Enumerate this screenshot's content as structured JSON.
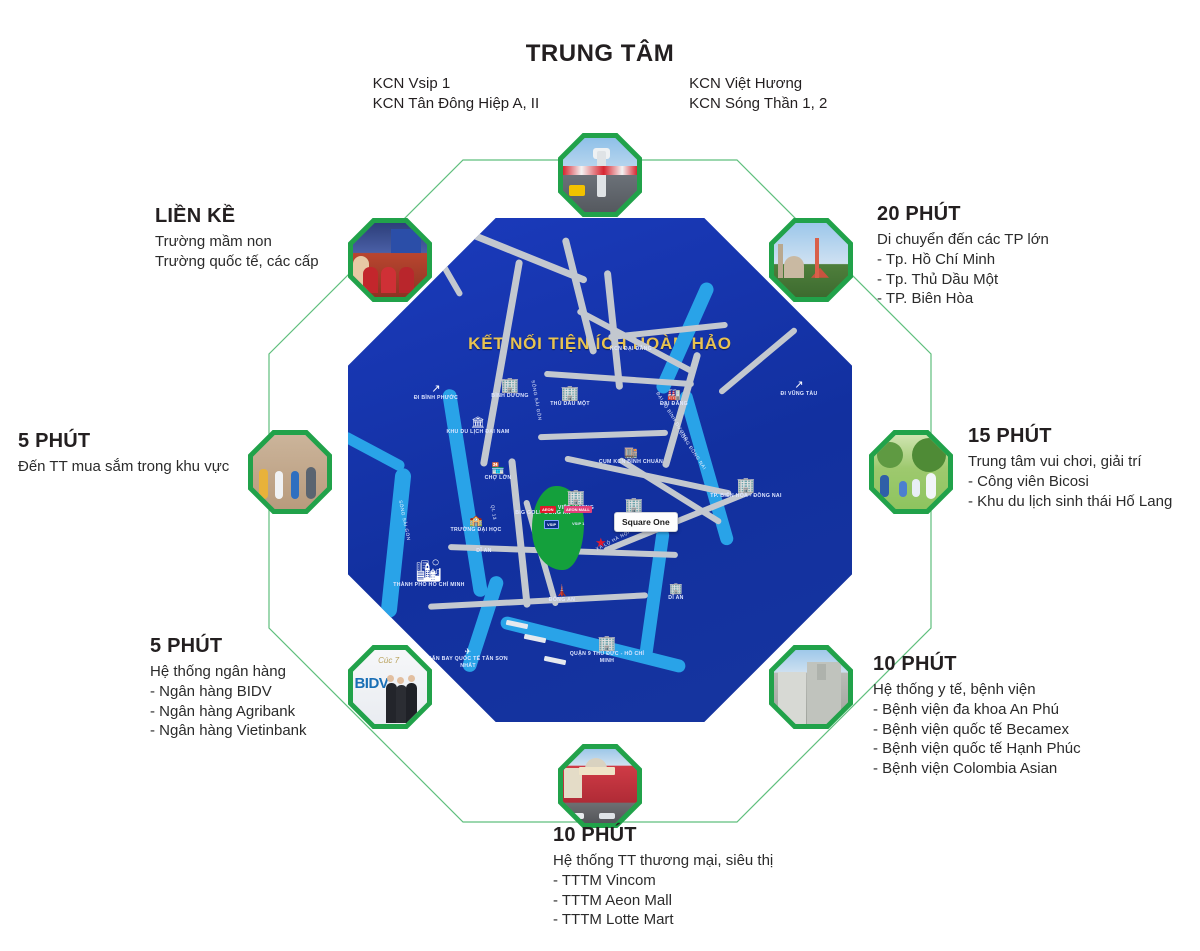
{
  "center_title": "TRUNG TÂM",
  "center_lists": {
    "left": [
      "KCN Vsip 1",
      "KCN Tân Đông Hiệp A, II"
    ],
    "right": [
      "KCN Việt Hương",
      "KCN Sóng Thần 1, 2"
    ]
  },
  "map": {
    "title": "KẾT NỐI TIỆN ÍCH HOÀN HẢO",
    "project_label": "Square One",
    "accent_gold": "#e8c351",
    "blue": "#1c39bb",
    "green": "#21a24a",
    "places": [
      {
        "name": "ĐI BÌNH PHƯỚC"
      },
      {
        "name": "KCN ĐẠI ĐĂNG"
      },
      {
        "name": "BÌNH DƯƠNG"
      },
      {
        "name": "THỦ DẦU MỘT"
      },
      {
        "name": "KHU DU LỊCH ĐẠI NAM"
      },
      {
        "name": "ĐẠI ĐĂNG"
      },
      {
        "name": "CỤM KCN BÌNH CHUẨN"
      },
      {
        "name": "CHỢ LỚN"
      },
      {
        "name": "BECAMEX"
      },
      {
        "name": "TRƯỜNG ĐẠI HỌC"
      },
      {
        "name": "VIỆT HƯƠNG"
      },
      {
        "name": "SÓNG THẦN"
      },
      {
        "name": "BIG GOLF ĐÔNG AN"
      },
      {
        "name": "THÀNH PHỐ HỒ CHÍ MINH"
      },
      {
        "name": "DĨ AN"
      },
      {
        "name": "ĐÔNG AN"
      },
      {
        "name": "QUẬN 9 THỦ ĐỨC - HỒ CHÍ MINH"
      },
      {
        "name": "ĐI VŨNG TÀU"
      },
      {
        "name": "TP. BIÊN HÒA - ĐỒNG NAI"
      },
      {
        "name": "SÂN BAY QUỐC TẾ TÂN SƠN NHẤT"
      }
    ],
    "roads": [
      {
        "name": "QL 13"
      },
      {
        "name": "ĐT 743"
      },
      {
        "name": "QL 1A"
      },
      {
        "name": "ĐẠI LỘ BÌNH DƯƠNG"
      },
      {
        "name": "XA LỘ HÀ NỘI"
      }
    ],
    "rivers": [
      {
        "name": "SÔNG SÀI GÒN"
      },
      {
        "name": "SÔNG ĐỒNG NAI"
      }
    ],
    "tags": [
      "AEON",
      "AEON MALL",
      "VSIP",
      "VSIP 1"
    ]
  },
  "sections": [
    {
      "id": "trung-tam",
      "photo": "industrial-park-photo"
    },
    {
      "id": "lien-ke",
      "title": "LIỀN KỀ",
      "lines": [
        "Trường mầm non",
        "Trường quốc tế, các cấp"
      ],
      "items": [],
      "photo": "school-classroom-photo"
    },
    {
      "id": "20-phut",
      "title": "20 PHÚT",
      "lines": [
        "Di chuyển đến các TP lớn"
      ],
      "items": [
        "- Tp. Hồ Chí Minh",
        "- Tp. Thủ Dầu Một",
        "- TP. Biên Hòa"
      ],
      "photo": "city-landmark-photo"
    },
    {
      "id": "15-phut",
      "title": "15 PHÚT",
      "lines": [
        "Trung tâm vui chơi, giải trí"
      ],
      "items": [
        "- Công viên Bicosi",
        "- Khu du lịch sinh thái Hố Lang"
      ],
      "photo": "family-park-photo"
    },
    {
      "id": "10-phut-y-te",
      "title": "10 PHÚT",
      "lines": [
        "Hệ thống y tế, bệnh viện"
      ],
      "items": [
        "- Bệnh viện đa khoa An Phú",
        "- Bệnh viện quốc tế Becamex",
        "- Bệnh viện quốc tế Hạnh Phúc",
        "- Bệnh viện Colombia Asian"
      ],
      "photo": "hospital-building-photo"
    },
    {
      "id": "10-phut-thuong-mai",
      "title": "10 PHÚT",
      "lines": [
        "Hệ thống TT thương mại, siêu thị"
      ],
      "items": [
        "- TTTM Vincom",
        "- TTTM Aeon Mall",
        "- TTTM Lotte Mart"
      ],
      "photo": "lotte-mart-photo"
    },
    {
      "id": "5-phut-ngan-hang",
      "title": "5 PHÚT",
      "lines": [
        "Hệ thống ngân hàng"
      ],
      "items": [
        "- Ngân hàng BIDV",
        "- Ngân hàng Agribank",
        "- Ngân hàng Vietinbank"
      ],
      "photo": "bidv-bank-photo",
      "photo_text": "BIDV"
    },
    {
      "id": "5-phut-mua-sam",
      "title": "5 PHÚT",
      "lines": [
        "Đến TT mua sắm trong khu vực"
      ],
      "items": [],
      "photo": "shopping-people-photo"
    }
  ]
}
